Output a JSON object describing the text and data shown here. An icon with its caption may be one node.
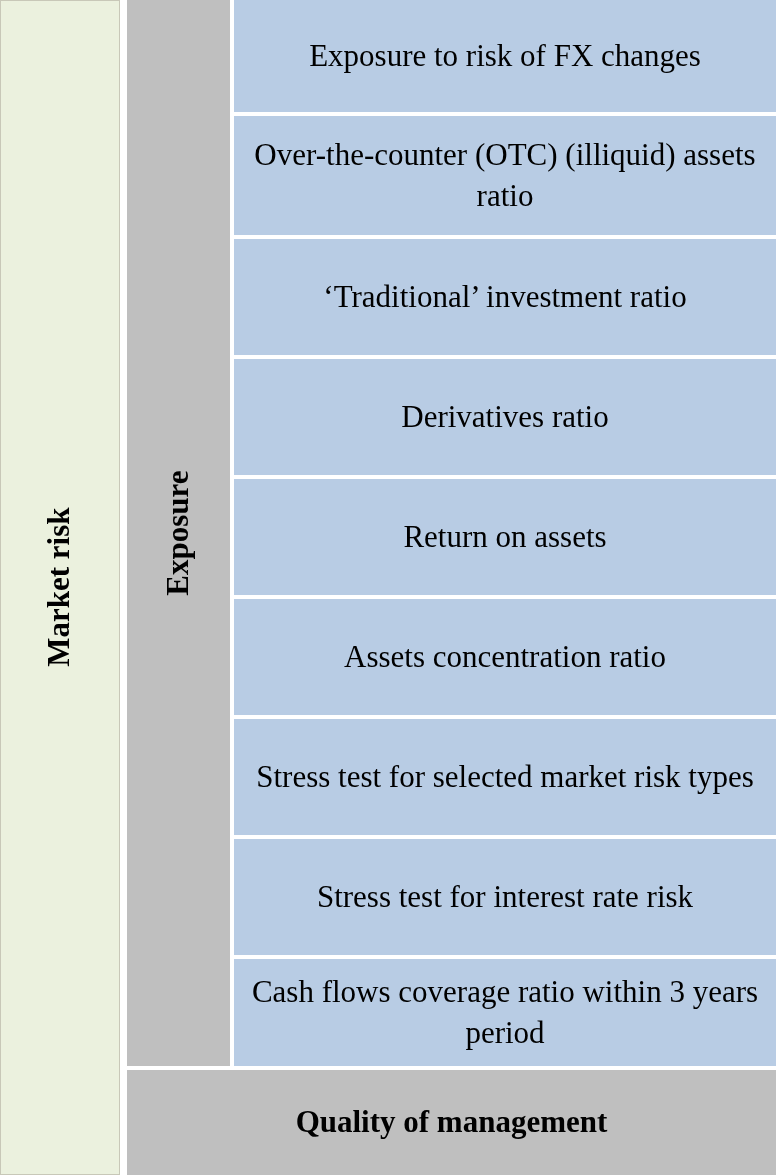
{
  "diagram": {
    "nodes": [
      {
        "text": [
          "Market risk"
        ]
      },
      {
        "text": [
          "Exposure"
        ]
      },
      {
        "text": [
          "Exposure to risk of FX changes"
        ]
      },
      {
        "text": [
          "Over-the-counter (OTC) (illiquid) assets ratio"
        ]
      },
      {
        "text": [
          "‘Traditional’ investment ratio"
        ]
      },
      {
        "text": [
          "Derivatives ratio"
        ]
      },
      {
        "text": [
          "Return on assets"
        ]
      },
      {
        "text": [
          "Assets concentration ratio"
        ]
      },
      {
        "text": [
          "Stress test for selected market risk types"
        ]
      },
      {
        "text": [
          "Stress test for interest rate risk"
        ]
      },
      {
        "text": [
          "Cash flows coverage ratio within 3 years period"
        ]
      },
      {
        "text": [
          "Quality of management"
        ]
      }
    ]
  }
}
